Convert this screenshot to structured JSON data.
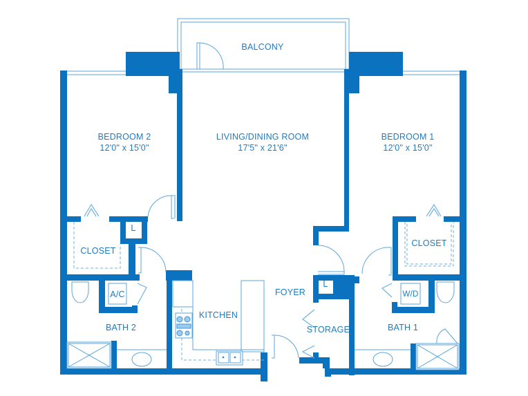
{
  "floor_plan": {
    "wall_color": "#0a72bf",
    "fixture_color": "#5aa6dc",
    "label_color": "#1c7cc3",
    "rooms": {
      "balcony": {
        "name": "BALCONY"
      },
      "bedroom2": {
        "name": "BEDROOM 2",
        "dimensions": "12'0\" x 15'0\""
      },
      "living": {
        "name": "LIVING/DINING ROOM",
        "dimensions": "17'5\" x 21'6\""
      },
      "bedroom1": {
        "name": "BEDROOM 1",
        "dimensions": "12'0\" x 15'0\""
      },
      "closet2": {
        "name": "CLOSET"
      },
      "closet1": {
        "name": "CLOSET"
      },
      "linen2": {
        "name": "L"
      },
      "linen1": {
        "name": "L"
      },
      "ac": {
        "name": "A/C"
      },
      "wd": {
        "name": "W/D"
      },
      "bath2": {
        "name": "BATH 2"
      },
      "bath1": {
        "name": "BATH 1"
      },
      "kitchen": {
        "name": "KITCHEN"
      },
      "foyer": {
        "name": "FOYER"
      },
      "storage": {
        "name": "STORAGE"
      }
    }
  }
}
